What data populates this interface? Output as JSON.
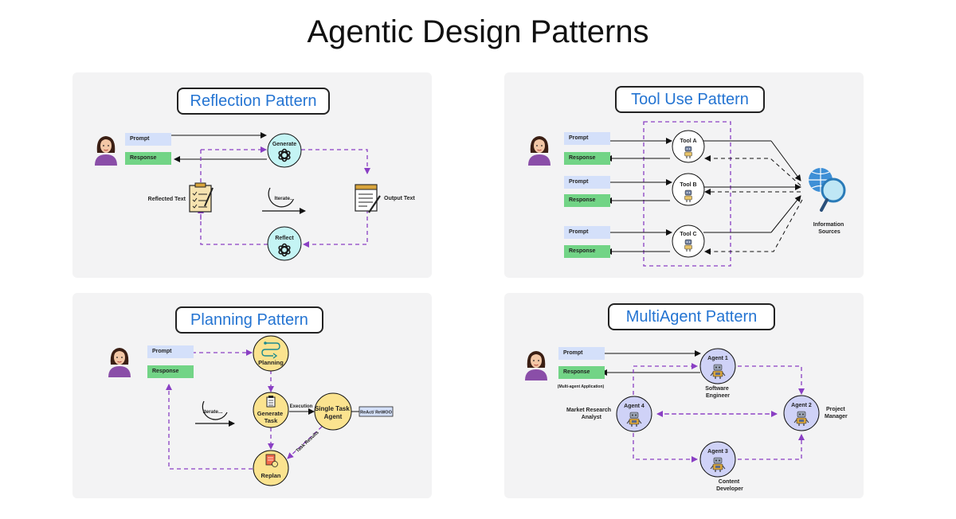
{
  "title": "Agentic Design Patterns",
  "reflection": {
    "title": "Reflection Pattern",
    "prompt": "Prompt",
    "response": "Response",
    "generate": "Generate",
    "reflect": "Reflect",
    "iterate": "Iterate...",
    "reflected_text": "Reflected Text",
    "output_text": "Output Text"
  },
  "tool_use": {
    "title": "Tool Use Pattern",
    "prompt_labels": [
      "Prompt",
      "Prompt",
      "Prompt"
    ],
    "response_labels": [
      "Response",
      "Response",
      "Response"
    ],
    "tools": [
      "Tool A",
      "Tool B",
      "Tool C"
    ],
    "info_sources": "Information Sources"
  },
  "planning": {
    "title": "Planning Pattern",
    "prompt": "Prompt",
    "response": "Response",
    "planning": "Planning",
    "generate_task": "Generate Task",
    "single_task_agent": "Single Task Agent",
    "replan": "Replan",
    "execution": "Execution",
    "task_results": "Task Results",
    "react": "ReAct/ ReWOO",
    "iterate": "Iterate..."
  },
  "multiagent": {
    "title": "MultiAgent Pattern",
    "prompt": "Prompt",
    "response": "Response",
    "app_label": "(Multi-agent Application)",
    "agents": [
      "Agent 1",
      "Agent 2",
      "Agent 3",
      "Agent 4"
    ],
    "roles": [
      "Software Engineer",
      "Project Manager",
      "Content Developer",
      "Market Research Analyst"
    ]
  },
  "colors": {
    "title_blue": "#2474d2",
    "prompt_bg": "#d4e0fa",
    "response_bg": "#72d486",
    "panel_bg": "#f3f3f4",
    "dash_purple": "#8a3fc4",
    "generate_circle": "#c4f4f4",
    "planning_circle": "#fbe38f",
    "agent_circle": "#cfd2f7"
  }
}
